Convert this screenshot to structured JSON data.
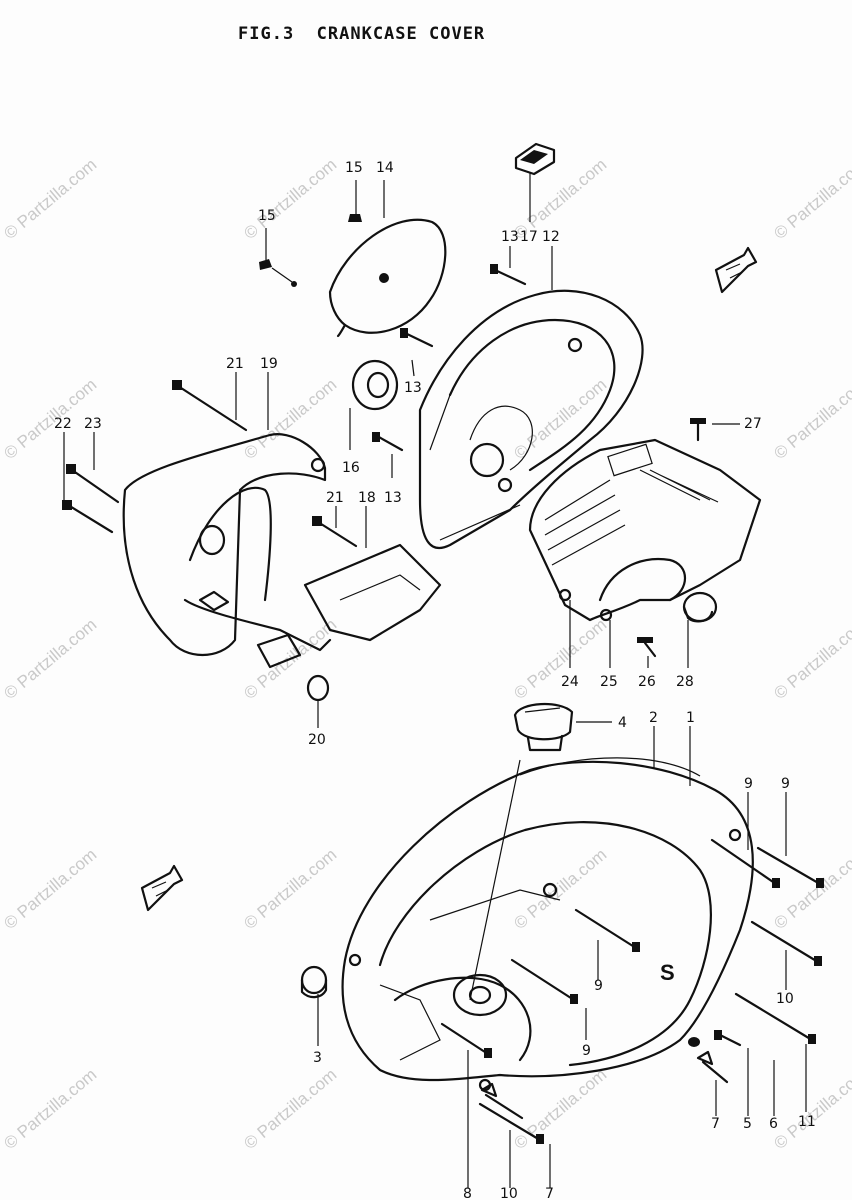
{
  "title": "FIG.3  CRANKCASE COVER",
  "watermark": "© Partzilla.com",
  "callouts": [
    "15",
    "14",
    "15",
    "13",
    "17",
    "12",
    "21",
    "19",
    "13",
    "16",
    "22",
    "23",
    "21",
    "18",
    "13",
    "27",
    "20",
    "24",
    "25",
    "26",
    "28",
    "4",
    "2",
    "1",
    "9",
    "9",
    "9",
    "10",
    "9",
    "3",
    "7",
    "5",
    "6",
    "11",
    "8",
    "10",
    "7"
  ]
}
